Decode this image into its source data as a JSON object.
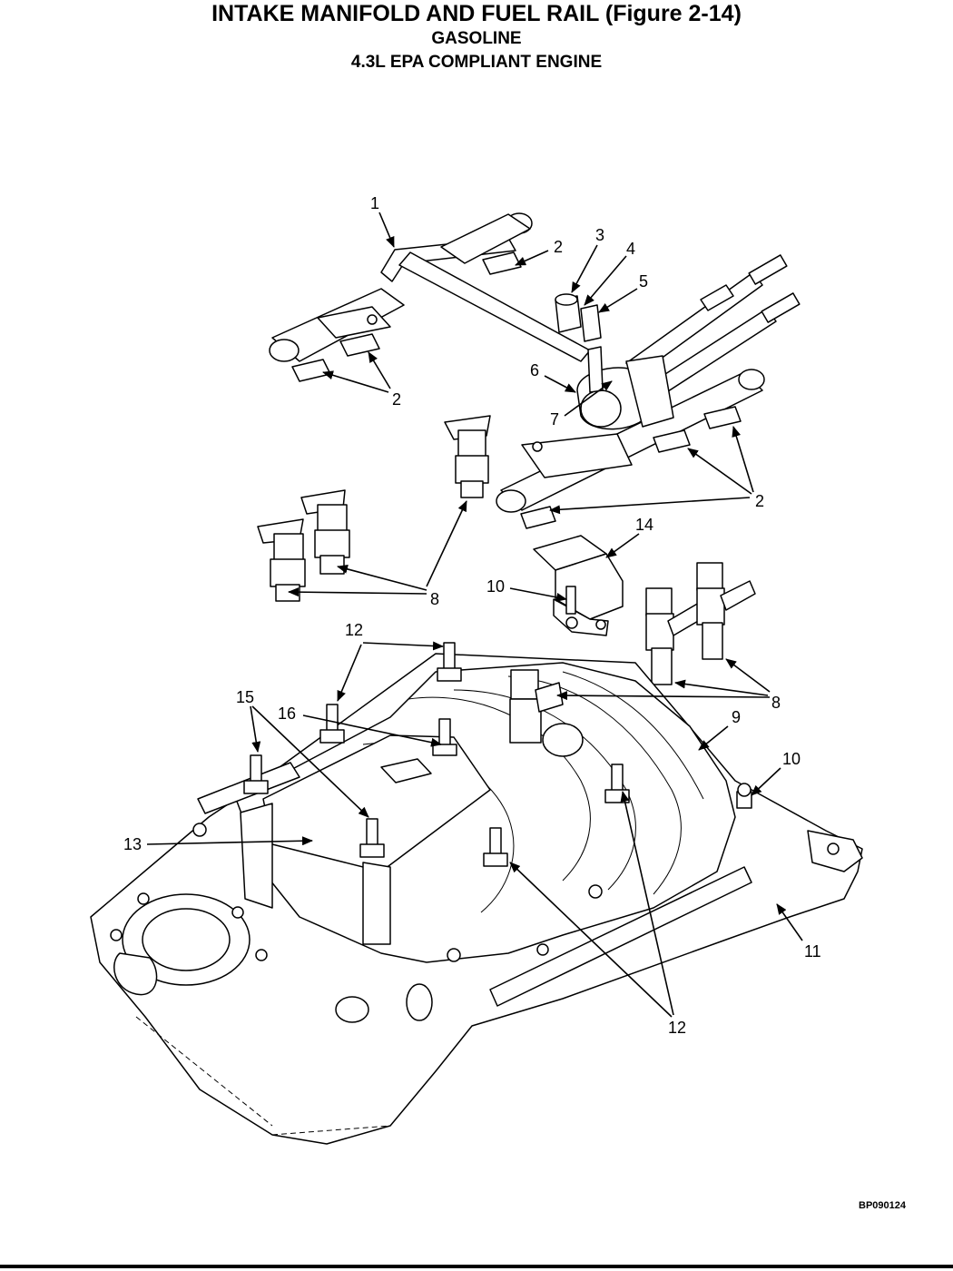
{
  "header": {
    "title": "INTAKE MANIFOLD AND FUEL RAIL (Figure 2-14)",
    "subtitle1": "GASOLINE",
    "subtitle2": "4.3L EPA COMPLIANT ENGINE"
  },
  "callouts": {
    "c1": "1",
    "c2a": "2",
    "c3": "3",
    "c4": "4",
    "c5": "5",
    "c2b": "2",
    "c6": "6",
    "c7": "7",
    "c2c": "2",
    "c14": "14",
    "c10a": "10",
    "c8a": "8",
    "c12a": "12",
    "c8b": "8",
    "c15": "15",
    "c16": "16",
    "c9": "9",
    "c10b": "10",
    "c13": "13",
    "c11": "11",
    "c12b": "12"
  },
  "footer": {
    "reference_code": "BP090124"
  }
}
